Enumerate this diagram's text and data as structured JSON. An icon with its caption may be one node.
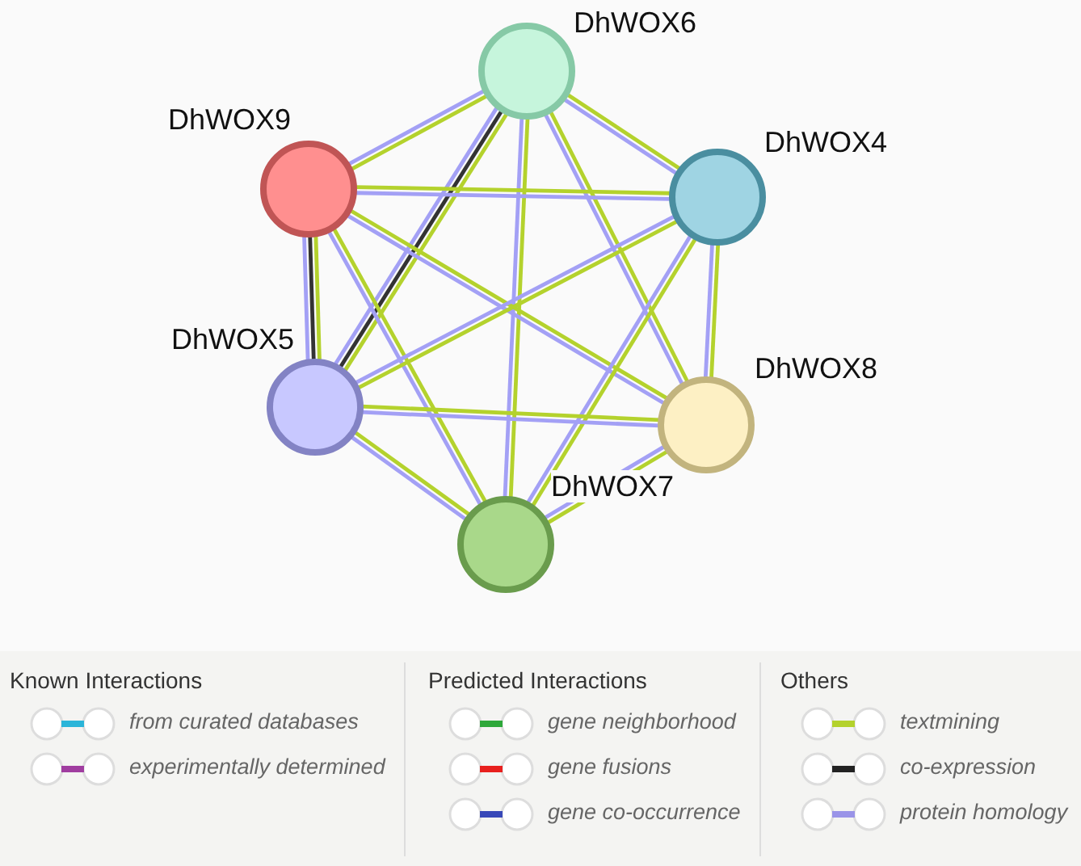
{
  "diagram": {
    "nodes": [
      {
        "text": [
          "DhWOX6"
        ]
      },
      {
        "text": [
          "DhWOX9"
        ]
      },
      {
        "text": [
          "DhWOX4"
        ]
      },
      {
        "text": [
          "DhWOX5"
        ]
      },
      {
        "text": [
          "DhWOX8"
        ]
      },
      {
        "text": [
          "DhWOX7"
        ]
      }
    ],
    "edges": [
      {
        "from": 0,
        "to": 1,
        "arrow": "none",
        "color": "#b4d22d"
      },
      {
        "from": 0,
        "to": 1,
        "arrow": "none",
        "color": "#a3a0f5"
      },
      {
        "from": 0,
        "to": 2,
        "arrow": "none",
        "color": "#b4d22d"
      },
      {
        "from": 0,
        "to": 2,
        "arrow": "none",
        "color": "#a3a0f5"
      },
      {
        "from": 0,
        "to": 3,
        "arrow": "none",
        "color": "#b4d22d"
      },
      {
        "from": 0,
        "to": 3,
        "arrow": "none",
        "color": "#333333"
      },
      {
        "from": 0,
        "to": 3,
        "arrow": "none",
        "color": "#a3a0f5"
      },
      {
        "from": 0,
        "to": 4,
        "arrow": "none",
        "color": "#b4d22d"
      },
      {
        "from": 0,
        "to": 4,
        "arrow": "none",
        "color": "#a3a0f5"
      },
      {
        "from": 0,
        "to": 5,
        "arrow": "none",
        "color": "#b4d22d"
      },
      {
        "from": 0,
        "to": 5,
        "arrow": "none",
        "color": "#a3a0f5"
      },
      {
        "from": 1,
        "to": 2,
        "arrow": "none",
        "color": "#b4d22d"
      },
      {
        "from": 1,
        "to": 2,
        "arrow": "none",
        "color": "#a3a0f5"
      },
      {
        "from": 1,
        "to": 3,
        "arrow": "none",
        "color": "#b4d22d"
      },
      {
        "from": 1,
        "to": 3,
        "arrow": "none",
        "color": "#333333"
      },
      {
        "from": 1,
        "to": 3,
        "arrow": "none",
        "color": "#a3a0f5"
      },
      {
        "from": 1,
        "to": 4,
        "arrow": "none",
        "color": "#b4d22d"
      },
      {
        "from": 1,
        "to": 4,
        "arrow": "none",
        "color": "#a3a0f5"
      },
      {
        "from": 1,
        "to": 5,
        "arrow": "none",
        "color": "#b4d22d"
      },
      {
        "from": 1,
        "to": 5,
        "arrow": "none",
        "color": "#a3a0f5"
      },
      {
        "from": 2,
        "to": 3,
        "arrow": "none",
        "color": "#b4d22d"
      },
      {
        "from": 2,
        "to": 3,
        "arrow": "none",
        "color": "#a3a0f5"
      },
      {
        "from": 2,
        "to": 4,
        "arrow": "none",
        "color": "#b4d22d"
      },
      {
        "from": 2,
        "to": 4,
        "arrow": "none",
        "color": "#a3a0f5"
      },
      {
        "from": 2,
        "to": 5,
        "arrow": "none",
        "color": "#b4d22d"
      },
      {
        "from": 2,
        "to": 5,
        "arrow": "none",
        "color": "#a3a0f5"
      },
      {
        "from": 3,
        "to": 4,
        "arrow": "none",
        "color": "#b4d22d"
      },
      {
        "from": 3,
        "to": 4,
        "arrow": "none",
        "color": "#a3a0f5"
      },
      {
        "from": 3,
        "to": 5,
        "arrow": "none",
        "color": "#b4d22d"
      },
      {
        "from": 3,
        "to": 5,
        "arrow": "none",
        "color": "#a3a0f5"
      },
      {
        "from": 4,
        "to": 5,
        "arrow": "none",
        "color": "#b4d22d"
      },
      {
        "from": 4,
        "to": 5,
        "arrow": "none",
        "color": "#a3a0f5"
      }
    ],
    "labels": [
      "Known Interactions",
      "Predicted Interactions",
      "Others"
    ],
    "legend": [
      {
        "text": "from curated databases",
        "color": "#2bb5d9"
      },
      {
        "text": "experimentally determined",
        "color": "#a03da0"
      },
      {
        "text": "gene neighborhood",
        "color": "#2ea83a"
      },
      {
        "text": "gene fusions",
        "color": "#e8201e"
      },
      {
        "text": "gene co-occurrence",
        "color": "#3848b8"
      },
      {
        "text": "textmining",
        "color": "#b4d22d"
      },
      {
        "text": "co-expression",
        "color": "#222222"
      },
      {
        "text": "protein homology",
        "color": "#9a94e8"
      }
    ]
  }
}
